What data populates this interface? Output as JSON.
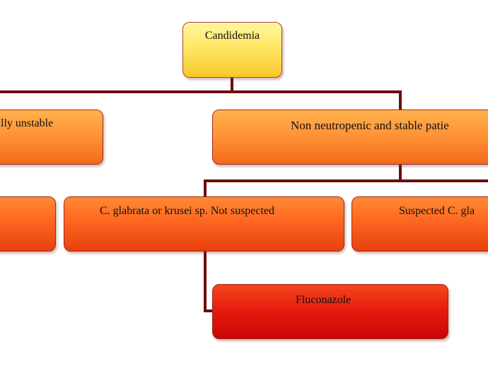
{
  "nodes": {
    "root": "Candidemia",
    "left_branch": "lly unstable",
    "right_branch": "Non neutropenic and stable patie",
    "not_suspected": "C. glabrata or krusei sp. Not suspected",
    "suspected": "Suspected C. gla",
    "fluconazole": "Fluconazole"
  },
  "colors": {
    "connector": "#6b0d0d",
    "root_fill": "#ffe766",
    "level1_fill": "#ff9438",
    "level2_fill": "#ff6a22",
    "level3_fill": "#e51a0c"
  }
}
